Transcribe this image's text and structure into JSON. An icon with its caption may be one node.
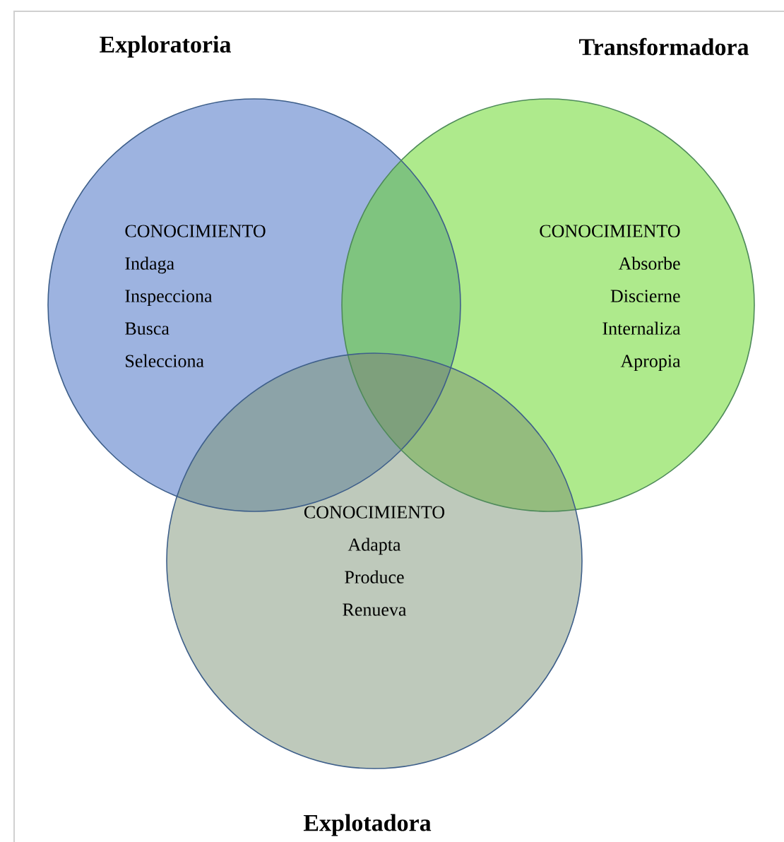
{
  "diagram": {
    "nodes": [
      {
        "text": [
          "Exploratoria",
          "CONOCIMIENTO",
          "Indaga",
          "Inspecciona",
          "Busca",
          "Selecciona"
        ]
      },
      {
        "text": [
          "Transformadora",
          "CONOCIMIENTO",
          "Absorbe",
          "Discierne",
          "Internaliza",
          "Apropia"
        ]
      },
      {
        "text": [
          "Explotadora",
          "CONOCIMIENTO",
          "Adapta",
          "Produce",
          "Renueva"
        ]
      }
    ]
  }
}
